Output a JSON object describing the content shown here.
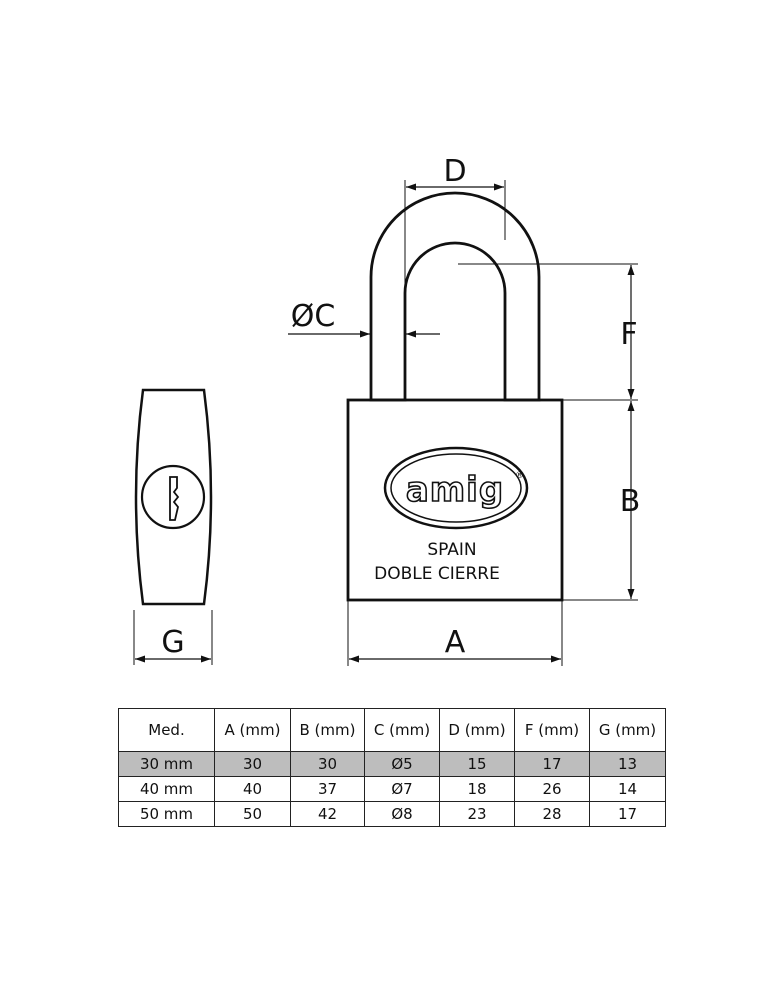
{
  "diagram": {
    "dimension_labels": {
      "a": "A",
      "b": "B",
      "c": "ØC",
      "d": "D",
      "f": "F",
      "g": "G"
    },
    "logo_text": "amig",
    "logo_mark": "®",
    "body_lines": [
      "SPAIN",
      "DOBLE CIERRE"
    ]
  },
  "table": {
    "headers": [
      "Med.",
      "A (mm)",
      "B (mm)",
      "C (mm)",
      "D (mm)",
      "F (mm)",
      "G (mm)"
    ],
    "rows": [
      {
        "cells": [
          "30 mm",
          "30",
          "30",
          "Ø5",
          "15",
          "17",
          "13"
        ],
        "highlighted": true
      },
      {
        "cells": [
          "40 mm",
          "40",
          "37",
          "Ø7",
          "18",
          "26",
          "14"
        ],
        "highlighted": false
      },
      {
        "cells": [
          "50 mm",
          "50",
          "42",
          "Ø8",
          "23",
          "28",
          "17"
        ],
        "highlighted": false
      }
    ],
    "highlight_color": "#bdbdbd"
  }
}
